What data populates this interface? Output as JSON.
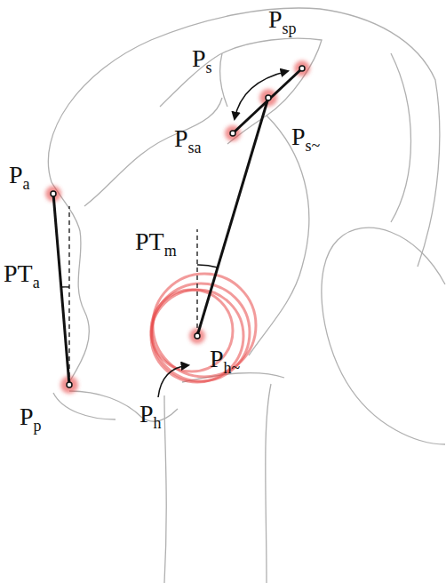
{
  "diagram": {
    "labels": [
      "Ps",
      "Psp",
      "Psa",
      "Ps~",
      "Pa",
      "PTm",
      "PTa",
      "Ph~",
      "Pp",
      "Ph"
    ]
  }
}
